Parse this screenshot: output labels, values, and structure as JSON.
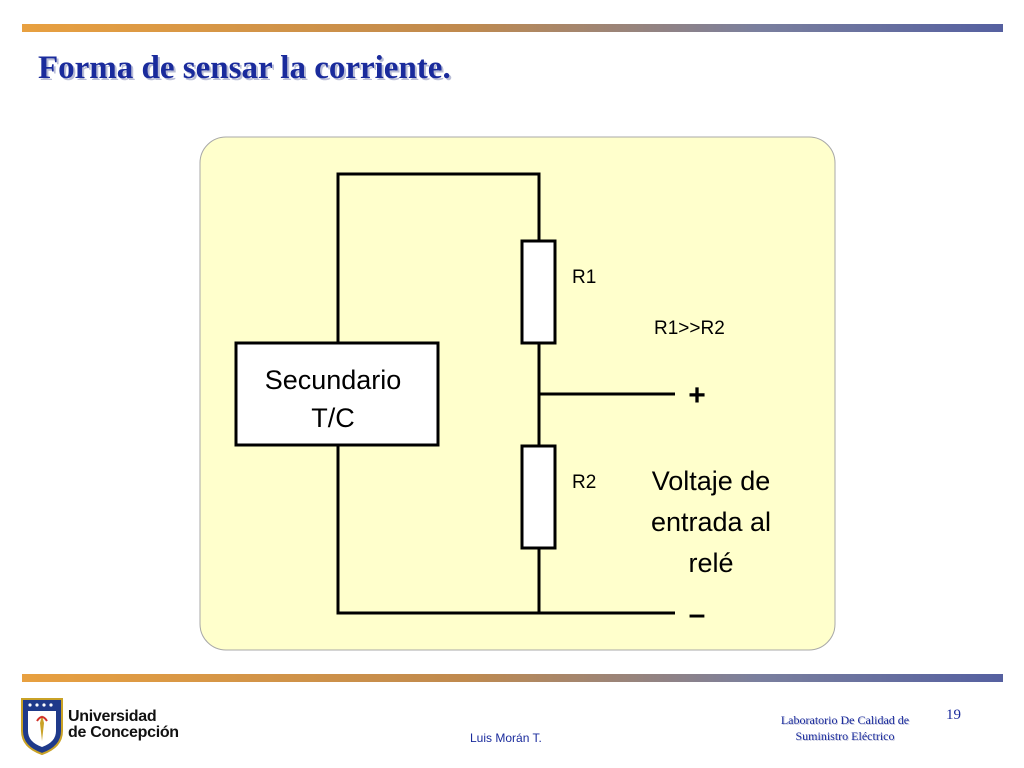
{
  "slide": {
    "title": "Forma de sensar la corriente.",
    "page_number": "19"
  },
  "diagram": {
    "secondary_label_line1": "Secundario",
    "secondary_label_line2": "T/C",
    "r1_label": "R1",
    "r2_label": "R2",
    "condition": "R1>>R2",
    "plus_terminal": "+",
    "minus_terminal": "–",
    "output_label_line1": "Voltaje de",
    "output_label_line2": "entrada al",
    "output_label_line3": "relé",
    "panel_color": "#ffffcc"
  },
  "footer": {
    "university_line1": "Universidad",
    "university_line2": "de Concepción",
    "author": "Luis Morán T.",
    "lab_line1": "Laboratorio De Calidad de",
    "lab_line2": "Suministro Eléctrico"
  },
  "colors": {
    "title": "#1a2b9c",
    "accent_orange": "#e8a040",
    "accent_blue": "#5560a0"
  }
}
